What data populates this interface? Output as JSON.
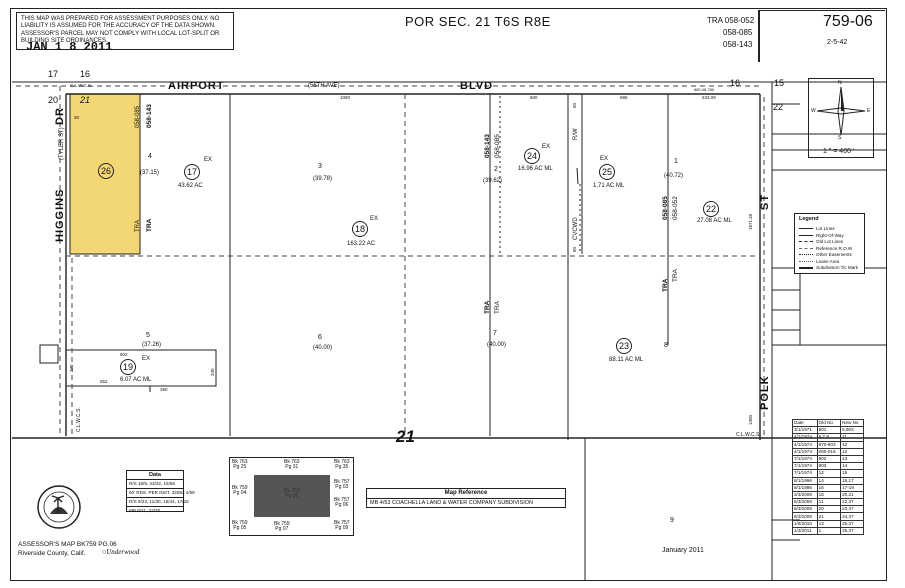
{
  "header": {
    "disclaimer": "THIS MAP WAS PREPARED FOR ASSESSMENT PURPOSES ONLY. NO LIABILITY IS ASSUMED FOR THE ACCURACY OF THE DATA SHOWN. ASSESSOR'S PARCEL MAY NOT COMPLY WITH LOCAL LOT-SPLIT OR BUILDING SITE ORDINANCES.",
    "stamp": "JAN 1 8 2011",
    "title": "POR SEC. 21 T6S R8E",
    "tra_codes": [
      "TRA 058-052",
      "058-085",
      "058-143"
    ],
    "book_page": "759-06",
    "book_date": "2-5-42"
  },
  "section_numbers": {
    "nw_top": "17",
    "ne_top": "16",
    "nw_left": "20",
    "nw_right": "21",
    "tr_left": "16",
    "tr_right": "15",
    "tr_lower": "22",
    "center": "21"
  },
  "streets": {
    "north": "AIRPORT",
    "north_alt": "(56TH AVE)",
    "north_suffix": "BLVD",
    "west": "HIGGINS",
    "west_alt": "(TYLER ST)",
    "west_suffix": "DR",
    "east": "POLK",
    "east_suffix": "ST",
    "canal": "CVCWD",
    "row": "R/W",
    "clwcs": "C.L.W.C.S."
  },
  "north_arrow": {
    "n": "N",
    "s": "S",
    "e": "E",
    "w": "W",
    "scale": "1 \" = 400 '"
  },
  "parcels": [
    {
      "num": "26",
      "tra": "TRA"
    },
    {
      "num": "17",
      "lot": "4",
      "acres": "43.62 AC",
      "ex": "EX",
      "dim": "(37.15)"
    },
    {
      "num": "18",
      "lot": "3",
      "acres": "163.22 AC",
      "ex": "EX",
      "dim": "(39.78)"
    },
    {
      "num": "24",
      "lot": "2",
      "acres": "16.96 AC ML",
      "ex": "EX",
      "dim": "(39.62)"
    },
    {
      "num": "25",
      "acres": "1.71 AC ML",
      "ex": "EX"
    },
    {
      "num": "22",
      "lot": "1",
      "acres": "27.08 AC ML",
      "dim": "(40.72)"
    },
    {
      "num": "19",
      "lot": "5",
      "acres": "6.07 AC ML",
      "ex": "EX",
      "dim": "(37.26)"
    },
    {
      "num": "23",
      "lot": "8",
      "acres": "88.11 AC ML"
    }
  ],
  "lots": {
    "lot6": "6",
    "lot6_dim": "(40.00)",
    "lot7": "7",
    "lot7_dim": "(40.00)",
    "lot9": "9"
  },
  "tra_labels": {
    "a": "058-085",
    "b": "058-143",
    "c": "058-143",
    "d": "058-085",
    "e": "058-085",
    "f": "058-052",
    "t": "TRA"
  },
  "dims": {
    "d1080": "1080",
    "d600": "600",
    "d686": "686",
    "d633": "633.09",
    "d60": "60",
    "d902": "902",
    "d270": "270",
    "d552": "552",
    "d330": "330",
    "d350": "350",
    "d1300": "1300",
    "d1871": "1871.40",
    "d680": "680.48.780",
    "d30": "30"
  },
  "data_box": {
    "title": "Data",
    "rows": [
      "R/S 16/9, 33/32, 15/56",
      "60' RDS. PER INST. 32692 4/59",
      "R/S 9/23, 11/30, 15/44, 17/18",
      "MB 8/21, 22/20"
    ]
  },
  "index_map": {
    "cells": [
      [
        "Bk 763",
        "Pg 25"
      ],
      [
        "Bk 763",
        "Pg 31"
      ],
      [
        "Bk 763",
        "Pg 35"
      ],
      [
        "Bk 759",
        "Pg 04"
      ],
      [
        "Bk 757",
        "Pg 03"
      ],
      [
        "Bk 757",
        "Pg 06"
      ],
      [
        "Bk 759",
        "Pg 05"
      ],
      [
        "Bk 759",
        "Pg 07"
      ],
      [
        "Bk 757",
        "Pg 09"
      ]
    ],
    "center": [
      "Bk 759",
      "Pg 06"
    ]
  },
  "map_reference": {
    "title": "Map Reference",
    "text": "MB 4/53 COACHELLA LAND & WATER COMPANY SUBDIVISION"
  },
  "legend": {
    "title": "Legend",
    "items": [
      "Lot Lines",
      "Right-Of-Way",
      "Old Lot Lines",
      "Reference R.O.W",
      "Other Easements",
      "Lease Area",
      "Subdivision Tic Mark"
    ]
  },
  "history": {
    "headers": [
      "Date",
      "Old No",
      "New No"
    ],
    "rows": [
      [
        "3/1/1971",
        "601",
        "6,803"
      ],
      [
        "4/1/1974",
        "6,7,8",
        "11"
      ],
      [
        "4/1/1974",
        "970-803",
        "12"
      ],
      [
        "4/1/1974",
        "060-016",
        "12"
      ],
      [
        "7/1/1974",
        "802",
        "13"
      ],
      [
        "7/1/1974",
        "803",
        "14"
      ],
      [
        "7/1/1974",
        "12",
        "15"
      ],
      [
        "8/1/1996",
        "14",
        "16,17"
      ],
      [
        "8/1/1996",
        "16",
        "17-19"
      ],
      [
        "3/3/2008",
        "15",
        "20,21"
      ],
      [
        "6/3/2008",
        "11",
        "22,37"
      ],
      [
        "8/3/2009",
        "20",
        "23,37"
      ],
      [
        "8/3/2009",
        "21",
        "24,37"
      ],
      [
        "1/6/2010",
        "13",
        "25,37"
      ],
      [
        "1/3/2011",
        "1",
        "26,37"
      ]
    ]
  },
  "footer": {
    "left1": "ASSESSOR'S MAP BK759 PG.06",
    "left2": "Riverside County, Calif.",
    "signature": "Underwood",
    "date": "January 2011"
  }
}
